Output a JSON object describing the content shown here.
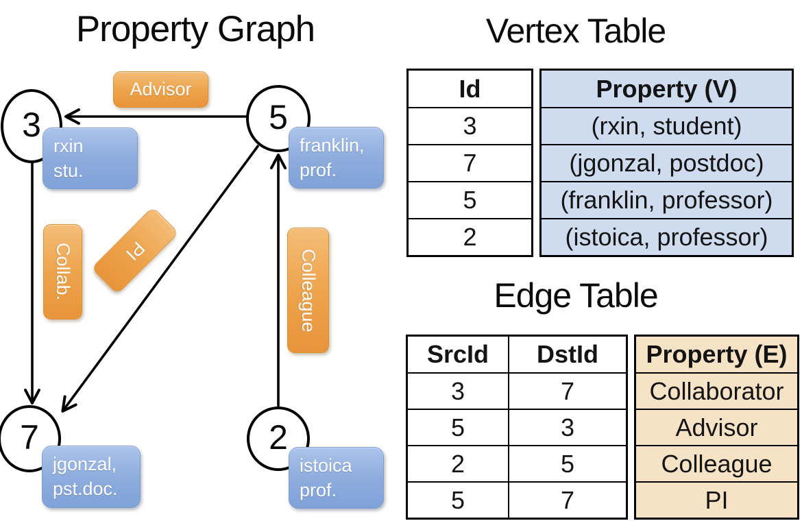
{
  "graph": {
    "title": "Property Graph",
    "nodes": [
      {
        "id": "3",
        "property_line1": "rxin",
        "property_line2": "stu."
      },
      {
        "id": "5",
        "property_line1": "franklin,",
        "property_line2": "prof."
      },
      {
        "id": "7",
        "property_line1": "jgonzal,",
        "property_line2": "pst.doc."
      },
      {
        "id": "2",
        "property_line1": "istoica",
        "property_line2": "prof."
      }
    ],
    "edge_labels": {
      "advisor": "Advisor",
      "collaborator": "Collab.",
      "pi": "PI",
      "colleague": "Colleague"
    }
  },
  "vertex_table": {
    "title": "Vertex Table",
    "columns": {
      "id": "Id",
      "property": "Property (V)"
    },
    "rows": [
      {
        "id": "3",
        "property": "(rxin, student)"
      },
      {
        "id": "7",
        "property": "(jgonzal, postdoc)"
      },
      {
        "id": "5",
        "property": "(franklin, professor)"
      },
      {
        "id": "2",
        "property": "(istoica, professor)"
      }
    ]
  },
  "edge_table": {
    "title": "Edge Table",
    "columns": {
      "src": "SrcId",
      "dst": "DstId",
      "property": "Property (E)"
    },
    "rows": [
      {
        "src": "3",
        "dst": "7",
        "property": "Collaborator"
      },
      {
        "src": "5",
        "dst": "3",
        "property": "Advisor"
      },
      {
        "src": "2",
        "dst": "5",
        "property": "Colleague"
      },
      {
        "src": "5",
        "dst": "7",
        "property": "PI"
      }
    ]
  },
  "colors": {
    "edge_label_orange": "#EB9C43",
    "vertex_property_blue": "#8FACDD",
    "vertex_table_cell_blue": "#CFDCF0",
    "edge_table_cell_tan": "#F6E2C5",
    "line_black": "#000000"
  }
}
